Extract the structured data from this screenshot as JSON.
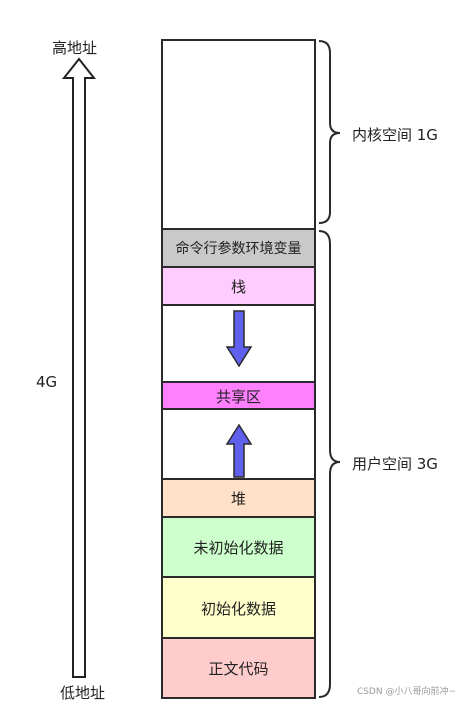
{
  "address": {
    "high": "高地址",
    "total": "4G",
    "low": "低地址"
  },
  "segments": [
    {
      "id": "kernel",
      "label": "",
      "color": "#ffffff"
    },
    {
      "id": "env",
      "label": "命令行参数环境变量",
      "color": "#c9c9c9"
    },
    {
      "id": "stack",
      "label": "栈",
      "color": "#ffccff"
    },
    {
      "id": "gap1",
      "label": "",
      "color": "#ffffff"
    },
    {
      "id": "shared",
      "label": "共享区",
      "color": "#ff80ff"
    },
    {
      "id": "gap2",
      "label": "",
      "color": "#ffffff"
    },
    {
      "id": "heap",
      "label": "堆",
      "color": "#ffe0c8"
    },
    {
      "id": "bss",
      "label": "未初始化数据",
      "color": "#ccffcc"
    },
    {
      "id": "data",
      "label": "初始化数据",
      "color": "#ffffcc"
    },
    {
      "id": "text",
      "label": "正文代码",
      "color": "#ffcccc"
    }
  ],
  "braces": {
    "kernel": "内核空间 1G",
    "user": "用户空间 3G"
  },
  "arrow_color": "#6060ee",
  "watermark": "CSDN @小八哥向前冲~"
}
